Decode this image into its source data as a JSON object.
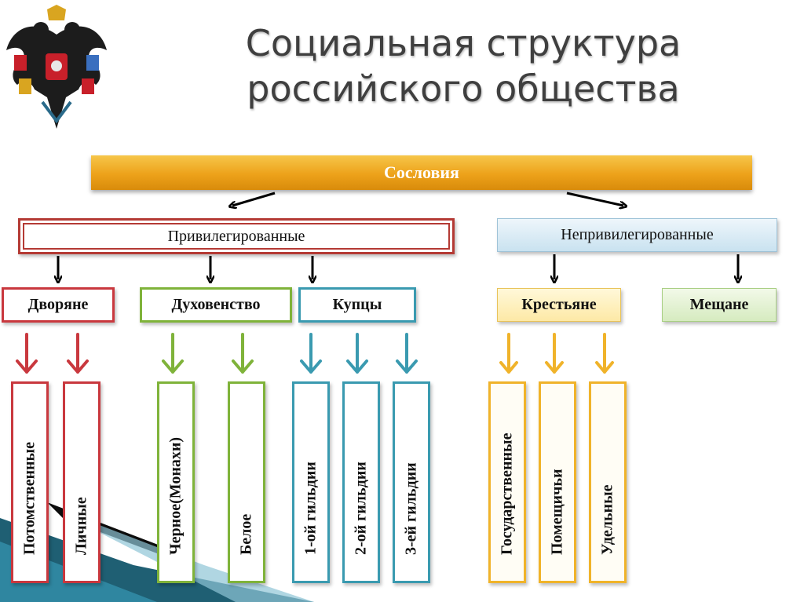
{
  "title": {
    "line1": "Социальная структура",
    "line2": "российского общества"
  },
  "estates_label": "Сословия",
  "groups": {
    "privileged": "Привилегированные",
    "unprivileged": "Непривилегированные"
  },
  "classes": {
    "nobility": "Дворяне",
    "clergy": "Духовенство",
    "merchants": "Купцы",
    "peasants": "Крестьяне",
    "townspeople": "Мещане"
  },
  "subclasses": {
    "hereditary": "Потомственные",
    "personal": "Личные",
    "black_clergy": "Черное(Монахи)",
    "white_clergy": "Белое",
    "guild1": "1-ой гильдии",
    "guild2": "2-ой гильдии",
    "guild3": "3-ей гильдии",
    "state": "Государственные",
    "landlord": "Помещичьи",
    "appanage": "Удельные"
  },
  "colors": {
    "accent_bar": "#eda21a",
    "nobility": "#c9383e",
    "clergy": "#7fb33a",
    "merchants": "#3a9ab0",
    "peasants": "#f0b32a"
  }
}
